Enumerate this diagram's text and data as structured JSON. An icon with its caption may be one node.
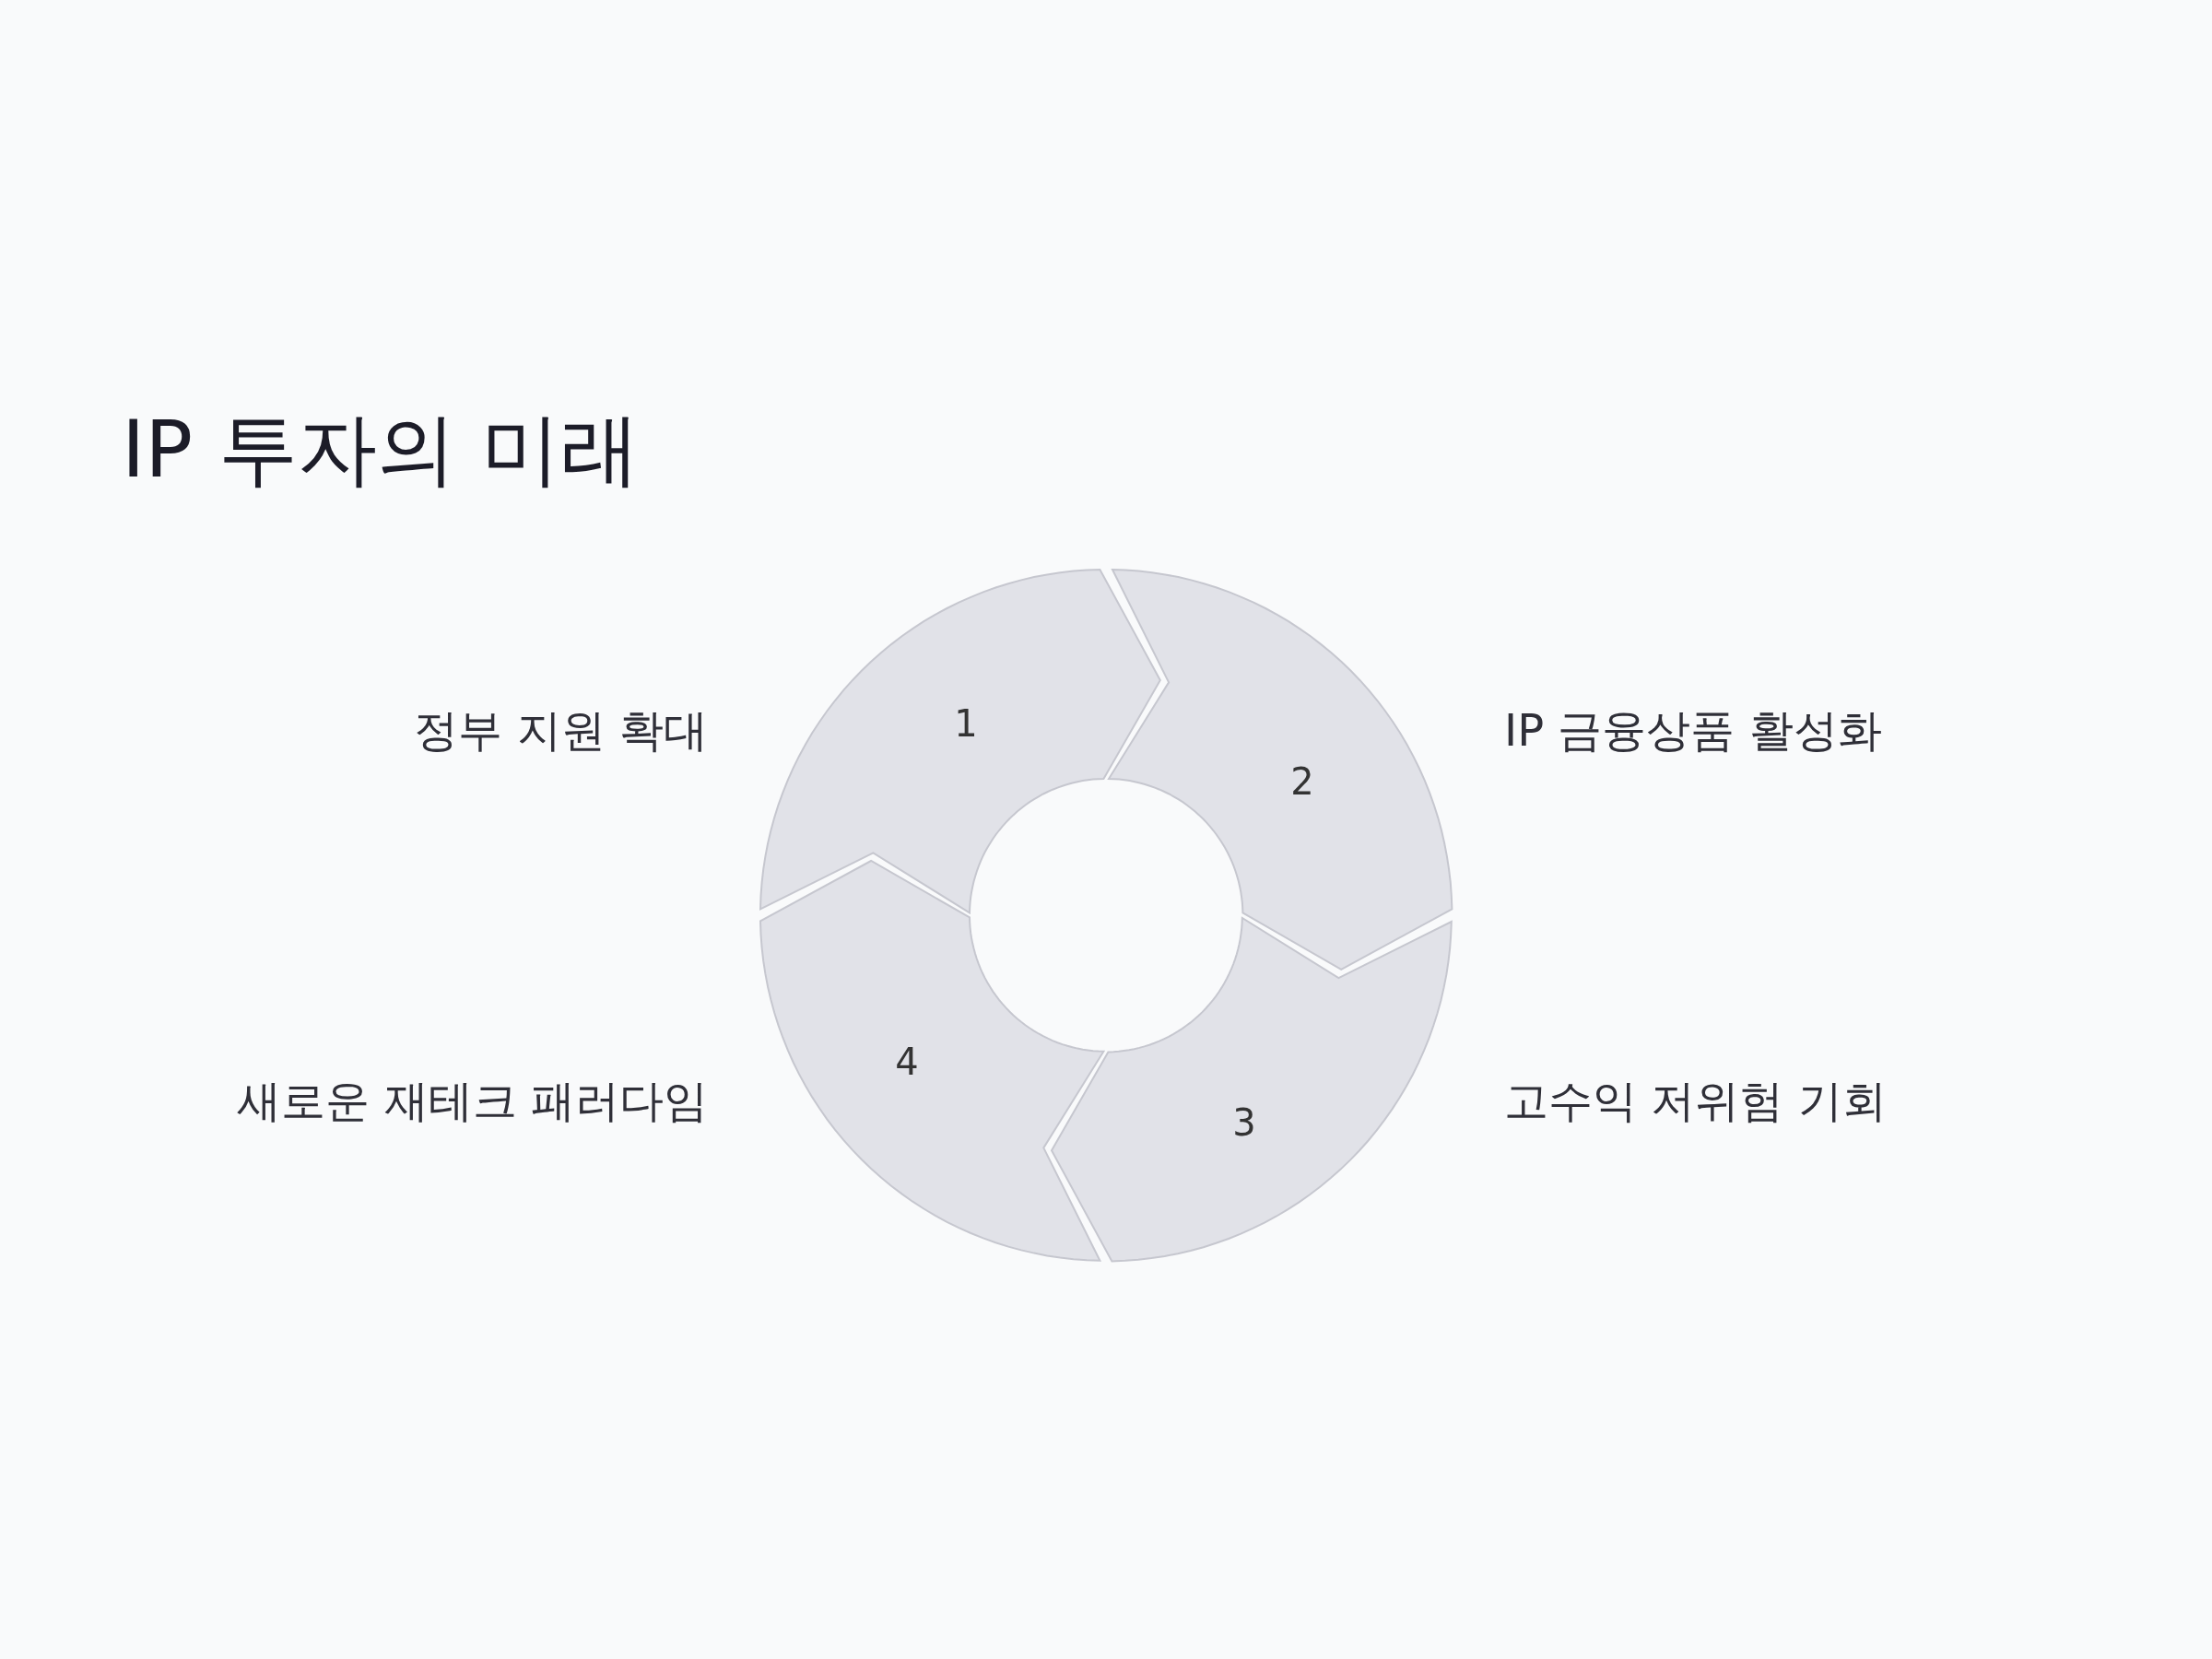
{
  "diagram": {
    "title": "IP 투자의 미래",
    "nodes": [
      {
        "text": [
          "1"
        ],
        "beside": [
          "정부 지원 확대"
        ]
      },
      {
        "text": [
          "2"
        ],
        "beside": [
          "IP 금융상품 활성화"
        ]
      },
      {
        "text": [
          "3"
        ],
        "beside": [
          "고수익 저위험 기회"
        ]
      },
      {
        "text": [
          "4"
        ],
        "beside": [
          "새로운 재테크 패러다임"
        ]
      }
    ],
    "edges": []
  }
}
